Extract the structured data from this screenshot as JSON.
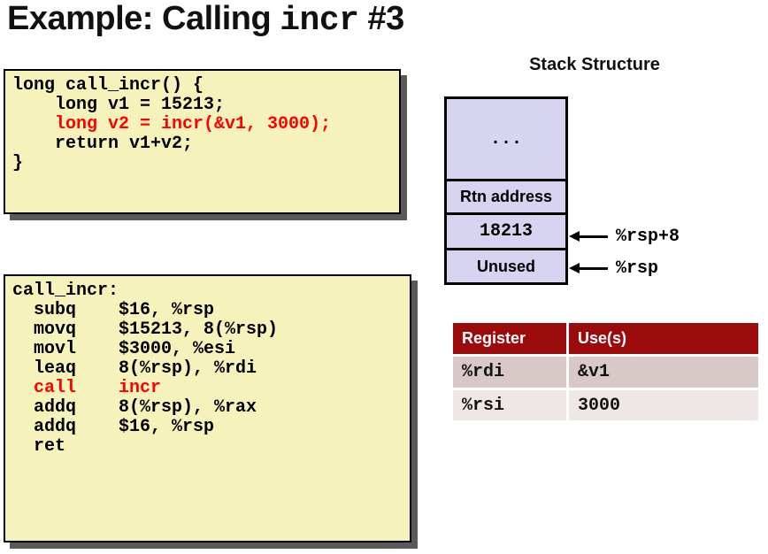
{
  "title": {
    "prefix": "Example: Calling ",
    "code_word": "incr",
    "suffix": " #3"
  },
  "c_code": {
    "lines": [
      "long call_incr() {",
      "    long v1 = 15213;",
      "    long v2 = incr(&v1, 3000);",
      "    return v1+v2;",
      "}"
    ],
    "highlighted_lines": [
      2
    ]
  },
  "asm_code": {
    "lines": [
      "call_incr:",
      "  subq    $16, %rsp",
      "  movq    $15213, 8(%rsp)",
      "  movl    $3000, %esi",
      "  leaq    8(%rsp), %rdi",
      "  call    incr",
      "  addq    8(%rsp), %rax",
      "  addq    $16, %rsp",
      "  ret"
    ],
    "highlighted_lines": [
      5
    ]
  },
  "stack": {
    "heading": "Stack Structure",
    "cells": [
      {
        "label": "..."
      },
      {
        "label": "Rtn address"
      },
      {
        "label": "18213",
        "color": "#FF0000"
      },
      {
        "label": "Unused"
      }
    ],
    "pointers": [
      {
        "label": "%rsp+8"
      },
      {
        "label": "%rsp"
      }
    ]
  },
  "registers": {
    "headers": [
      "Register",
      "Use(s)"
    ],
    "rows": [
      [
        "%rdi",
        "&v1"
      ],
      [
        "%rsi",
        "3000"
      ]
    ]
  },
  "colors": {
    "code-bg": "#F5F2BB",
    "shadow": "#5A5A5C",
    "highlight": "#FF0000",
    "stack-cell": "#D6D4F0",
    "table-header-bg": "#9B0B0B",
    "row-odd": "#D9C8C8",
    "row-even": "#EFE6E6"
  }
}
